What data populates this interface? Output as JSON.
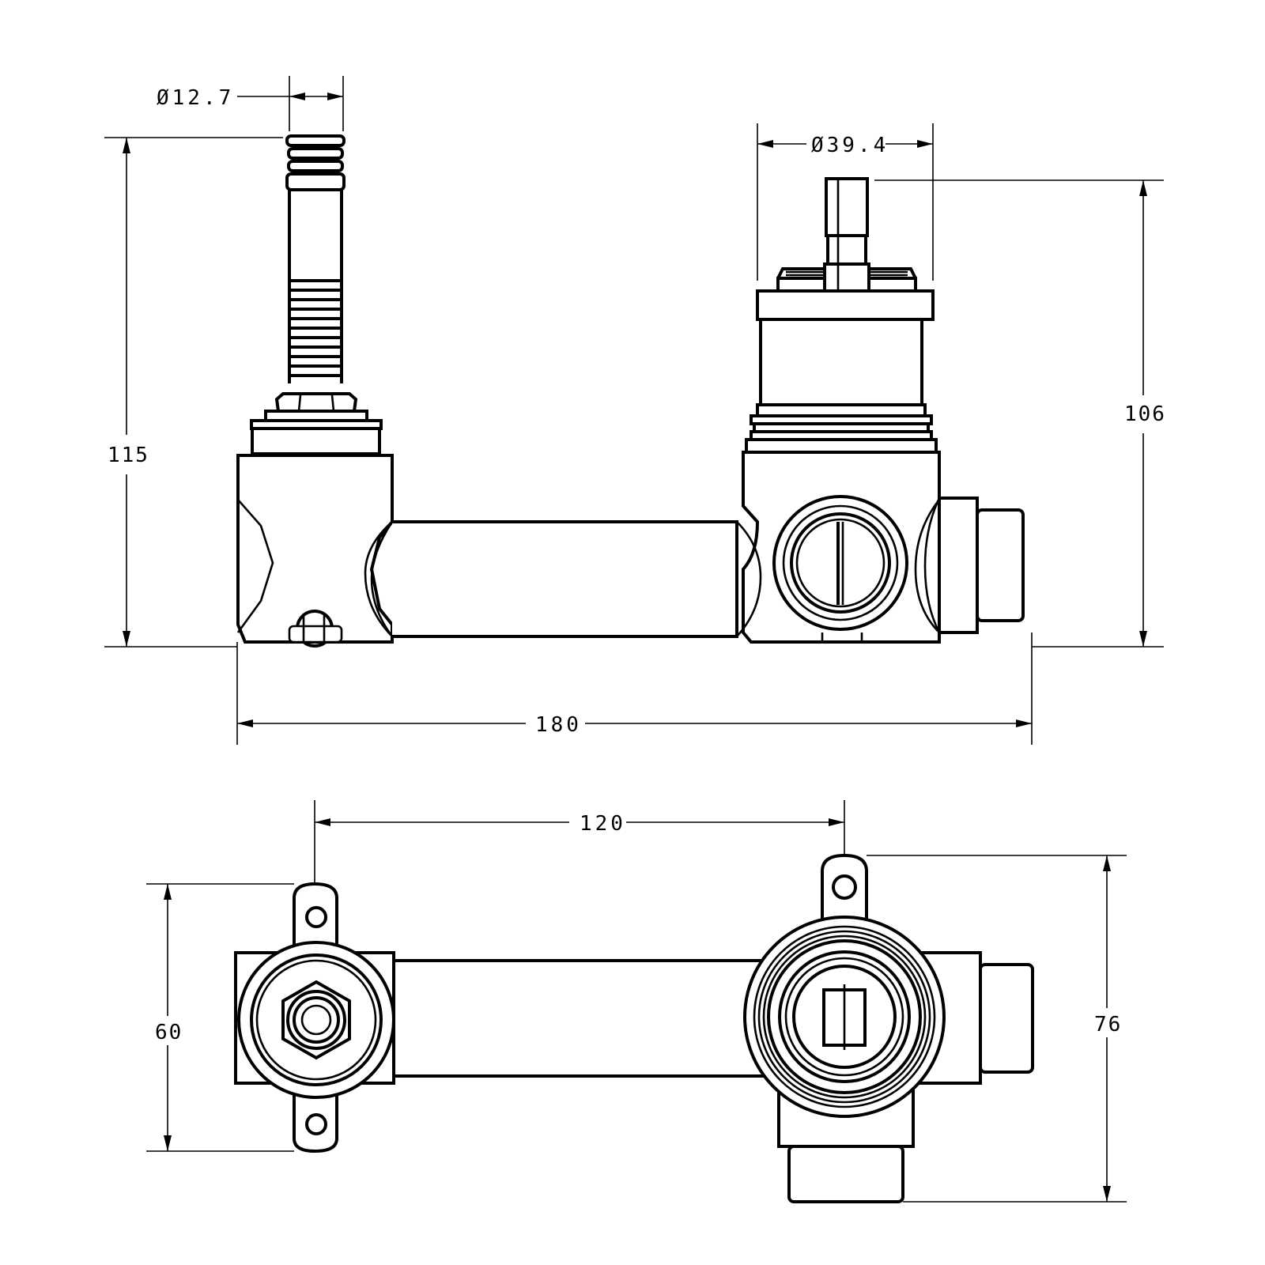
{
  "dimensions": {
    "stem_diameter": "Ø12.7",
    "cartridge_diameter": "Ø39.4",
    "left_height": "115",
    "right_height": "106",
    "overall_length": "180",
    "center_distance": "120",
    "bracket_height": "60",
    "overall_depth": "76"
  }
}
